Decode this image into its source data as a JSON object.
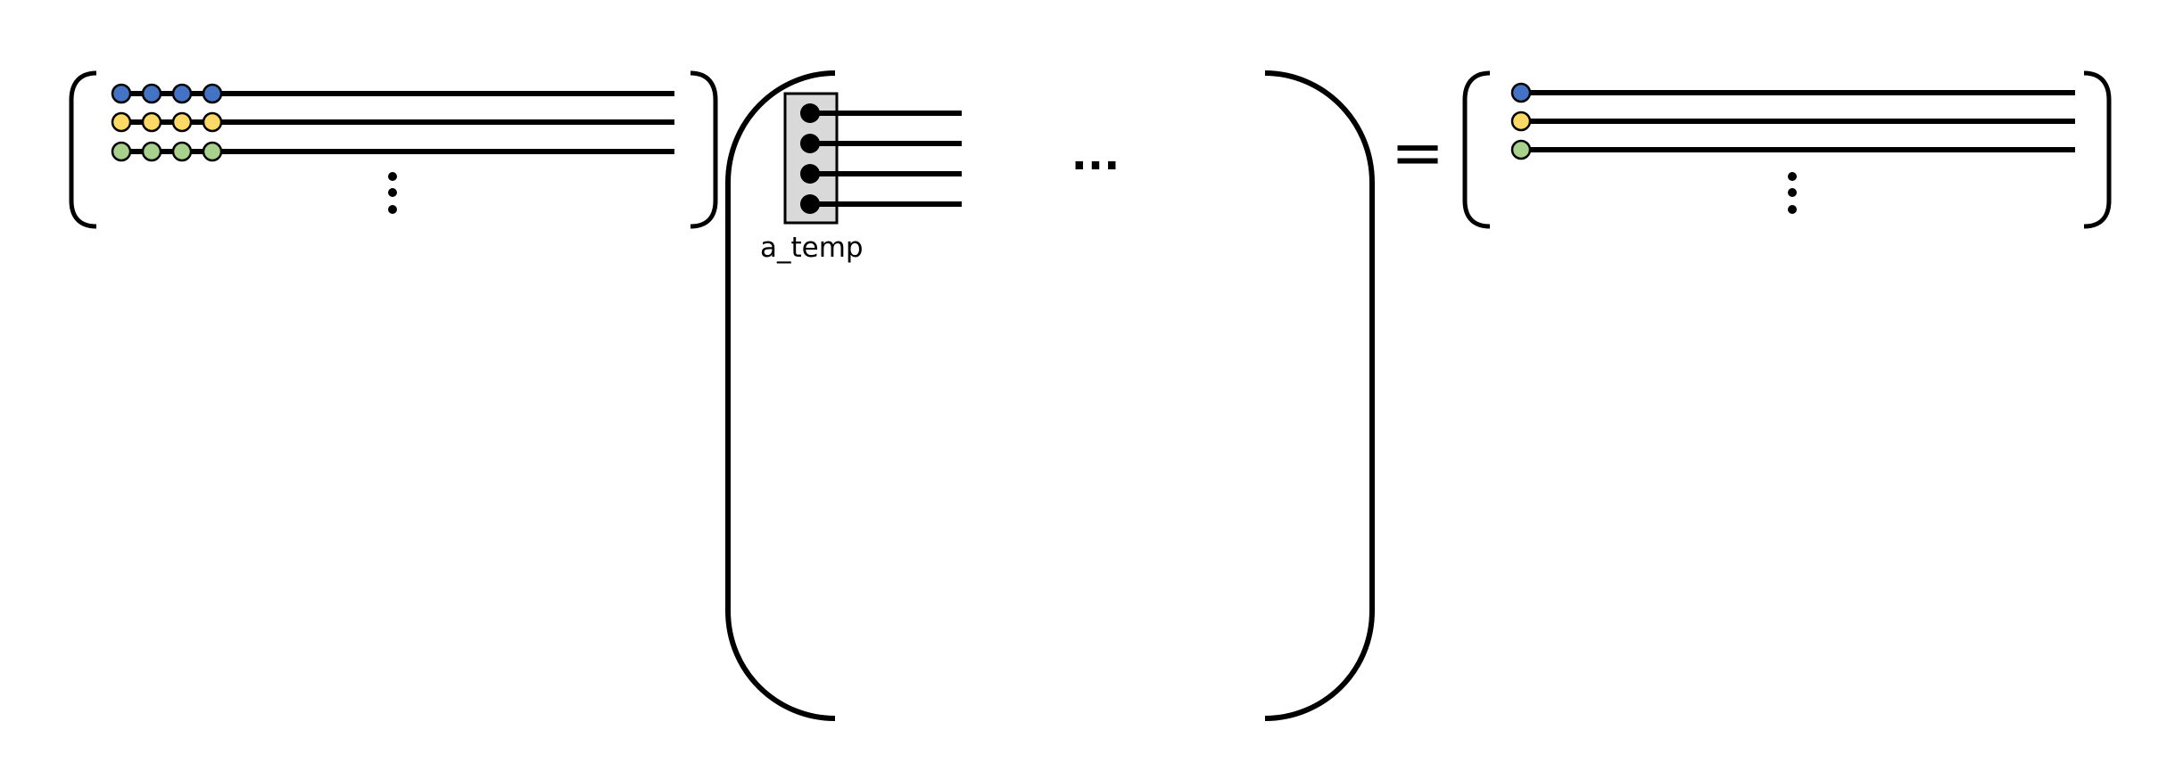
{
  "colors": {
    "blue": "#4472c4",
    "yellow": "#ffd966",
    "green": "#a9d18e",
    "gray_box": "#d9d9d9",
    "ink": "#000000"
  },
  "left_matrix": {
    "rows": [
      {
        "color": "blue",
        "nodes": 4
      },
      {
        "color": "yellow",
        "nodes": 4
      },
      {
        "color": "green",
        "nodes": 4
      }
    ]
  },
  "operator": {
    "tensor_label": "a_temp",
    "legs": 4,
    "ellipsis": "..."
  },
  "equals_sign": "=",
  "right_matrix": {
    "rows": [
      {
        "color": "blue",
        "nodes": 1
      },
      {
        "color": "yellow",
        "nodes": 1
      },
      {
        "color": "green",
        "nodes": 1
      }
    ]
  }
}
